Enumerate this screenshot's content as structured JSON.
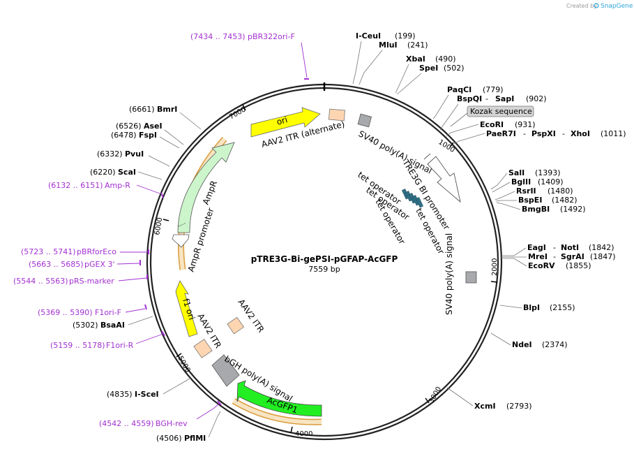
{
  "brand": {
    "created_by": "Created by",
    "app": "SnapGene"
  },
  "plasmid": {
    "name": "pTRE3G-Bi-gePSI-pGFAP-AcGFP",
    "length": "7559 bp"
  },
  "ticks": [
    "1000",
    "2000",
    "3000",
    "4000",
    "5000",
    "6000",
    "7000"
  ],
  "enzymes": [
    {
      "name": "I-CeuI",
      "pos": "(199)"
    },
    {
      "name": "MluI",
      "pos": "(241)"
    },
    {
      "name": "XbaI",
      "pos": "(490)"
    },
    {
      "name": "SpeI",
      "pos": "(502)"
    },
    {
      "name": "PaqCI",
      "pos": "(779)"
    },
    {
      "name": "BspQI",
      "sep": "-",
      "name2": "SapI",
      "pos": "(902)"
    },
    {
      "name": "EcoRI",
      "pos": "(931)"
    },
    {
      "name": "PaeR7I",
      "sep": "-",
      "name2": "PspXI",
      "sep2": "-",
      "name3": "XhoI",
      "pos": "(1011)"
    },
    {
      "name": "SalI",
      "pos": "(1393)"
    },
    {
      "name": "BglII",
      "pos": "(1409)"
    },
    {
      "name": "RsrII",
      "pos": "(1480)"
    },
    {
      "name": "BspEI",
      "pos": "(1482)"
    },
    {
      "name": "BmgBI",
      "pos": "(1492)"
    },
    {
      "name": "EagI",
      "sep": "-",
      "name2": "NotI",
      "pos": "(1842)"
    },
    {
      "name": "MreI",
      "sep": "-",
      "name2": "SgrAI",
      "pos": "(1847)"
    },
    {
      "name": "EcoRV",
      "pos": "(1855)"
    },
    {
      "name": "BlpI",
      "pos": "(2155)"
    },
    {
      "name": "NdeI",
      "pos": "(2374)"
    },
    {
      "name": "XcmI",
      "pos": "(2793)"
    },
    {
      "name": "PflMI",
      "pos": "(4506)"
    },
    {
      "name": "I-SceI",
      "pos": "(4835)"
    },
    {
      "name": "BsaAI",
      "pos": "(5302)"
    },
    {
      "name": "ScaI",
      "pos": "(6220)"
    },
    {
      "name": "PvuI",
      "pos": "(6332)"
    },
    {
      "name": "FspI",
      "pos": "(6478)"
    },
    {
      "name": "AseI",
      "pos": "(6526)"
    },
    {
      "name": "BmrI",
      "pos": "(6661)"
    }
  ],
  "primers": [
    {
      "range": "(7434 .. 7453)",
      "name": "pBR322ori-F"
    },
    {
      "range": "(6132 .. 6151)",
      "name": "Amp-R"
    },
    {
      "range": "(5723 .. 5741)",
      "name": "pBRforEco"
    },
    {
      "range": "(5663 .. 5685)",
      "name": "pGEX 3'"
    },
    {
      "range": "(5544 .. 5563)",
      "name": "pRS-marker"
    },
    {
      "range": "(5369 .. 5390)",
      "name": "F1ori-F"
    },
    {
      "range": "(5159 .. 5178)",
      "name": "F1ori-R"
    },
    {
      "range": "(4542 .. 4559)",
      "name": "BGH-rev"
    }
  ],
  "features": {
    "kozak": "Kozak sequence",
    "ori": "ori",
    "aav2_itr_alt": "AAV2 ITR (alternate)",
    "sv40_1": "SV40 poly(A) signal",
    "tre3g": "TRE3G BI promoter",
    "tet1": "tet operator",
    "tet2": "tet operator",
    "tet3": "tet operator",
    "tet4": "tet operator",
    "sv40_2": "SV40 poly(A) signal",
    "ampr": "AmpR",
    "ampr_promoter": "AmpR promoter",
    "f1ori": "f1 ori",
    "aav2_itr_a": "AAV2 ITR",
    "aav2_itr_b": "AAV2 ITR",
    "bgh": "bGH poly(A) signal",
    "acgfp1": "AcGFP1"
  },
  "colors": {
    "ori": "#ffff00",
    "ampr": "#ccf5cc",
    "acgfp1": "#22ee22",
    "f1ori": "#ffff00",
    "itr": "#fdd5b1",
    "polya": "#a7a9ac",
    "primer": "#a230d0",
    "orf_outline": "#d99a3a"
  }
}
